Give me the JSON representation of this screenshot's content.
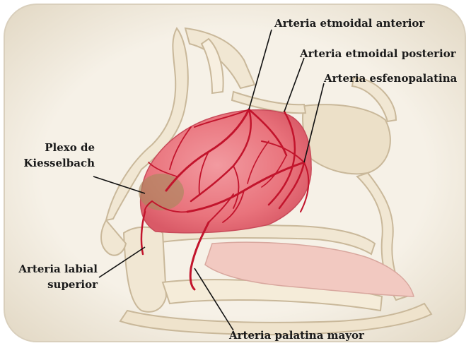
{
  "labels": {
    "etmoidal_anterior": "Arteria etmoidal anterior",
    "etmoidal_posterior": "Arteria etmoidal posterior",
    "esfenopalatina": "Arteria esfenopalatina",
    "plexo_line1": "Plexo de",
    "plexo_line2": "Kiesselbach",
    "labial_line1": "Arteria labial",
    "labial_line2": "superior",
    "palatina_mayor": "Arteria palatina mayor"
  },
  "colors": {
    "frame": "#ebe4d5",
    "bone": "#f1e7d3",
    "bone_edge": "#c9b89a",
    "mucosa": "#e7737a",
    "mucosa_light": "#f2a3a3",
    "artery": "#c2142c",
    "plexus": "#a9885e",
    "leader": "#111111"
  }
}
